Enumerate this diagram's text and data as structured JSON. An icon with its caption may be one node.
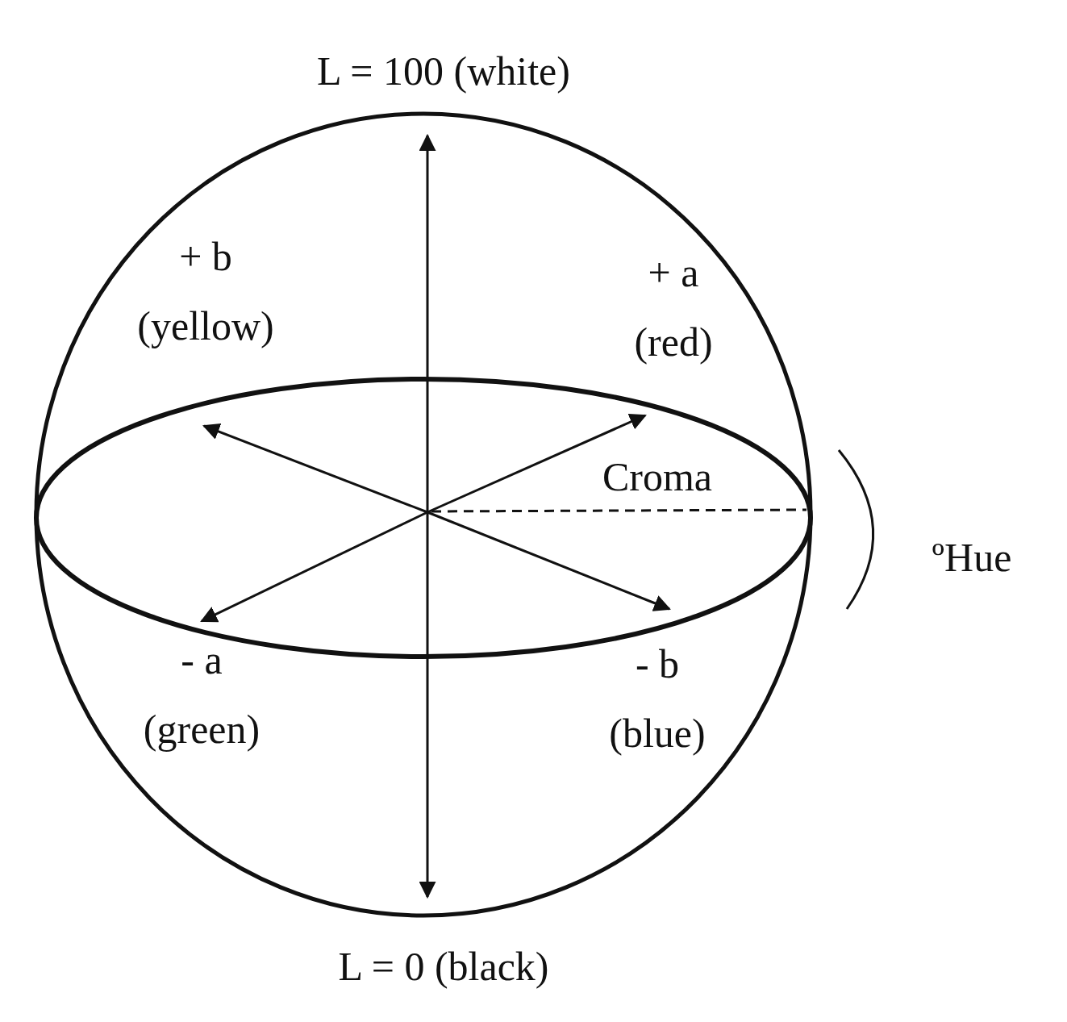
{
  "diagram": {
    "labels": [
      "L = 100 (white)",
      "+ b (yellow)",
      "+ a (red)",
      "Croma",
      "ºHue",
      "- a (green)",
      "- b (blue)",
      "L = 0 (black)"
    ]
  }
}
